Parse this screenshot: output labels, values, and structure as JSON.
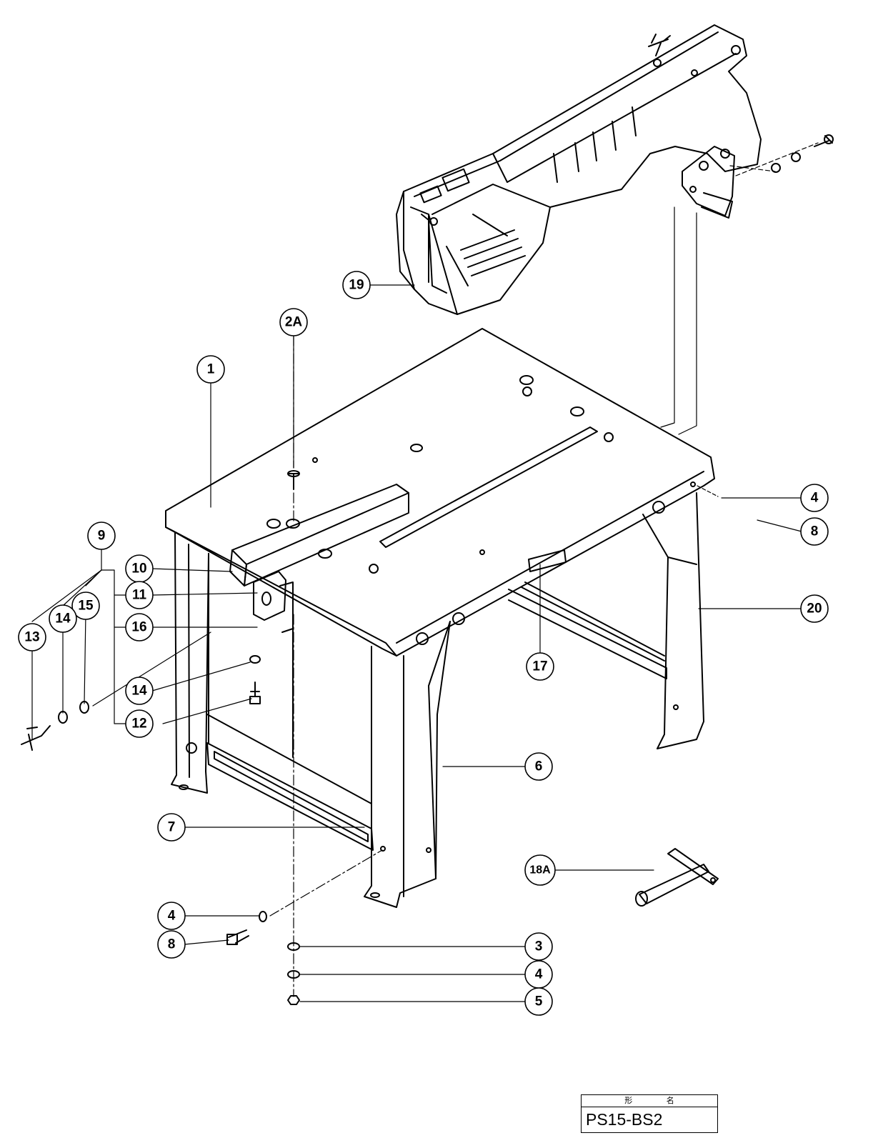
{
  "model_box": {
    "header": "形 名",
    "model": "PS15-BS2"
  },
  "callouts": [
    {
      "id": "c19",
      "label": "19"
    },
    {
      "id": "c2A",
      "label": "2A"
    },
    {
      "id": "c1",
      "label": "1"
    },
    {
      "id": "c9",
      "label": "9"
    },
    {
      "id": "c10",
      "label": "10"
    },
    {
      "id": "c11",
      "label": "11"
    },
    {
      "id": "c16",
      "label": "16"
    },
    {
      "id": "c15",
      "label": "15"
    },
    {
      "id": "c14a",
      "label": "14"
    },
    {
      "id": "c13",
      "label": "13"
    },
    {
      "id": "c14b",
      "label": "14"
    },
    {
      "id": "c12",
      "label": "12"
    },
    {
      "id": "c4a",
      "label": "4"
    },
    {
      "id": "c8a",
      "label": "8"
    },
    {
      "id": "c20",
      "label": "20"
    },
    {
      "id": "c17",
      "label": "17"
    },
    {
      "id": "c6",
      "label": "6"
    },
    {
      "id": "c7",
      "label": "7"
    },
    {
      "id": "c18A",
      "label": "18A"
    },
    {
      "id": "c4b",
      "label": "4"
    },
    {
      "id": "c8b",
      "label": "8"
    },
    {
      "id": "c3",
      "label": "3"
    },
    {
      "id": "c4c",
      "label": "4"
    },
    {
      "id": "c5",
      "label": "5"
    }
  ]
}
